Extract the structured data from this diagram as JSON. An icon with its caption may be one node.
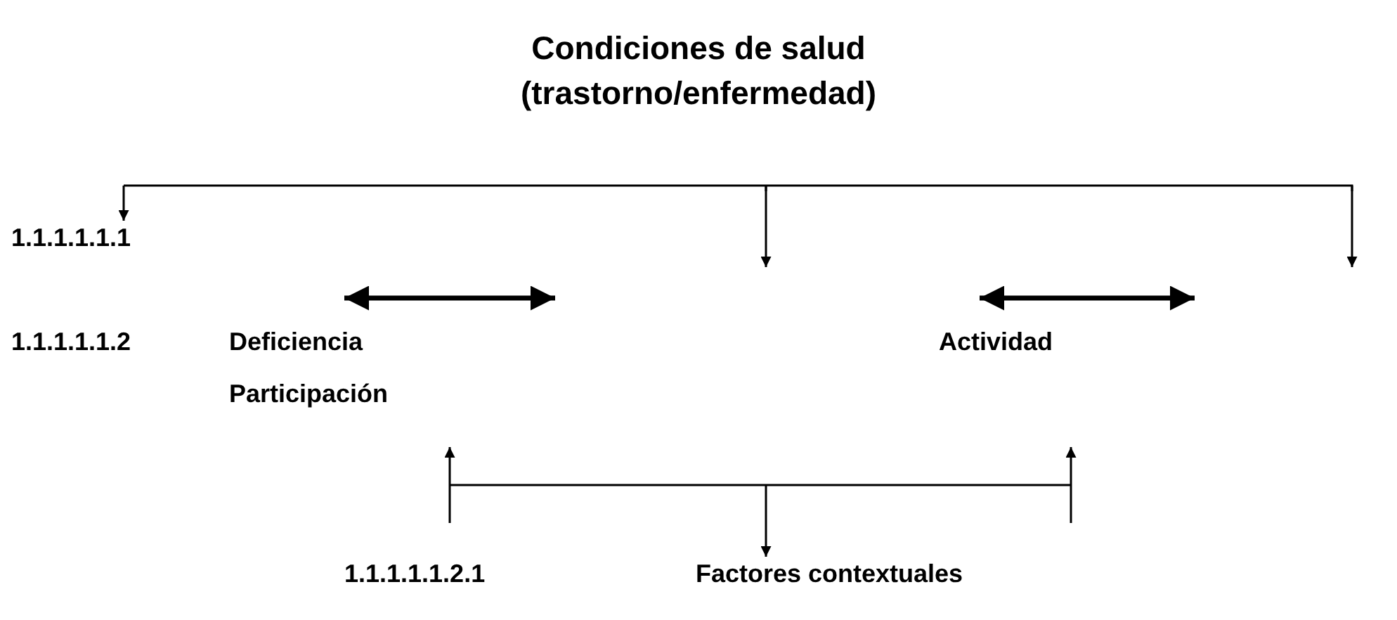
{
  "diagram": {
    "title": "Condiciones de salud (trastorno/enfermedad)",
    "nodes": [
      {
        "text": [
          "1.1.1.1.1.1"
        ]
      },
      {
        "text": [
          "Deficiencia"
        ]
      },
      {
        "text": [
          "Participación"
        ]
      },
      {
        "text": [
          "Actividad"
        ]
      },
      {
        "text": [
          "Factores contextuales"
        ]
      }
    ],
    "edges": [
      {
        "from": null,
        "to": 0,
        "arrow": "to"
      },
      {
        "from": null,
        "to": 4,
        "arrow": "to"
      }
    ],
    "labels": [
      "1.1.1.1.1.2",
      "1.1.1.1.1.2.1"
    ]
  }
}
